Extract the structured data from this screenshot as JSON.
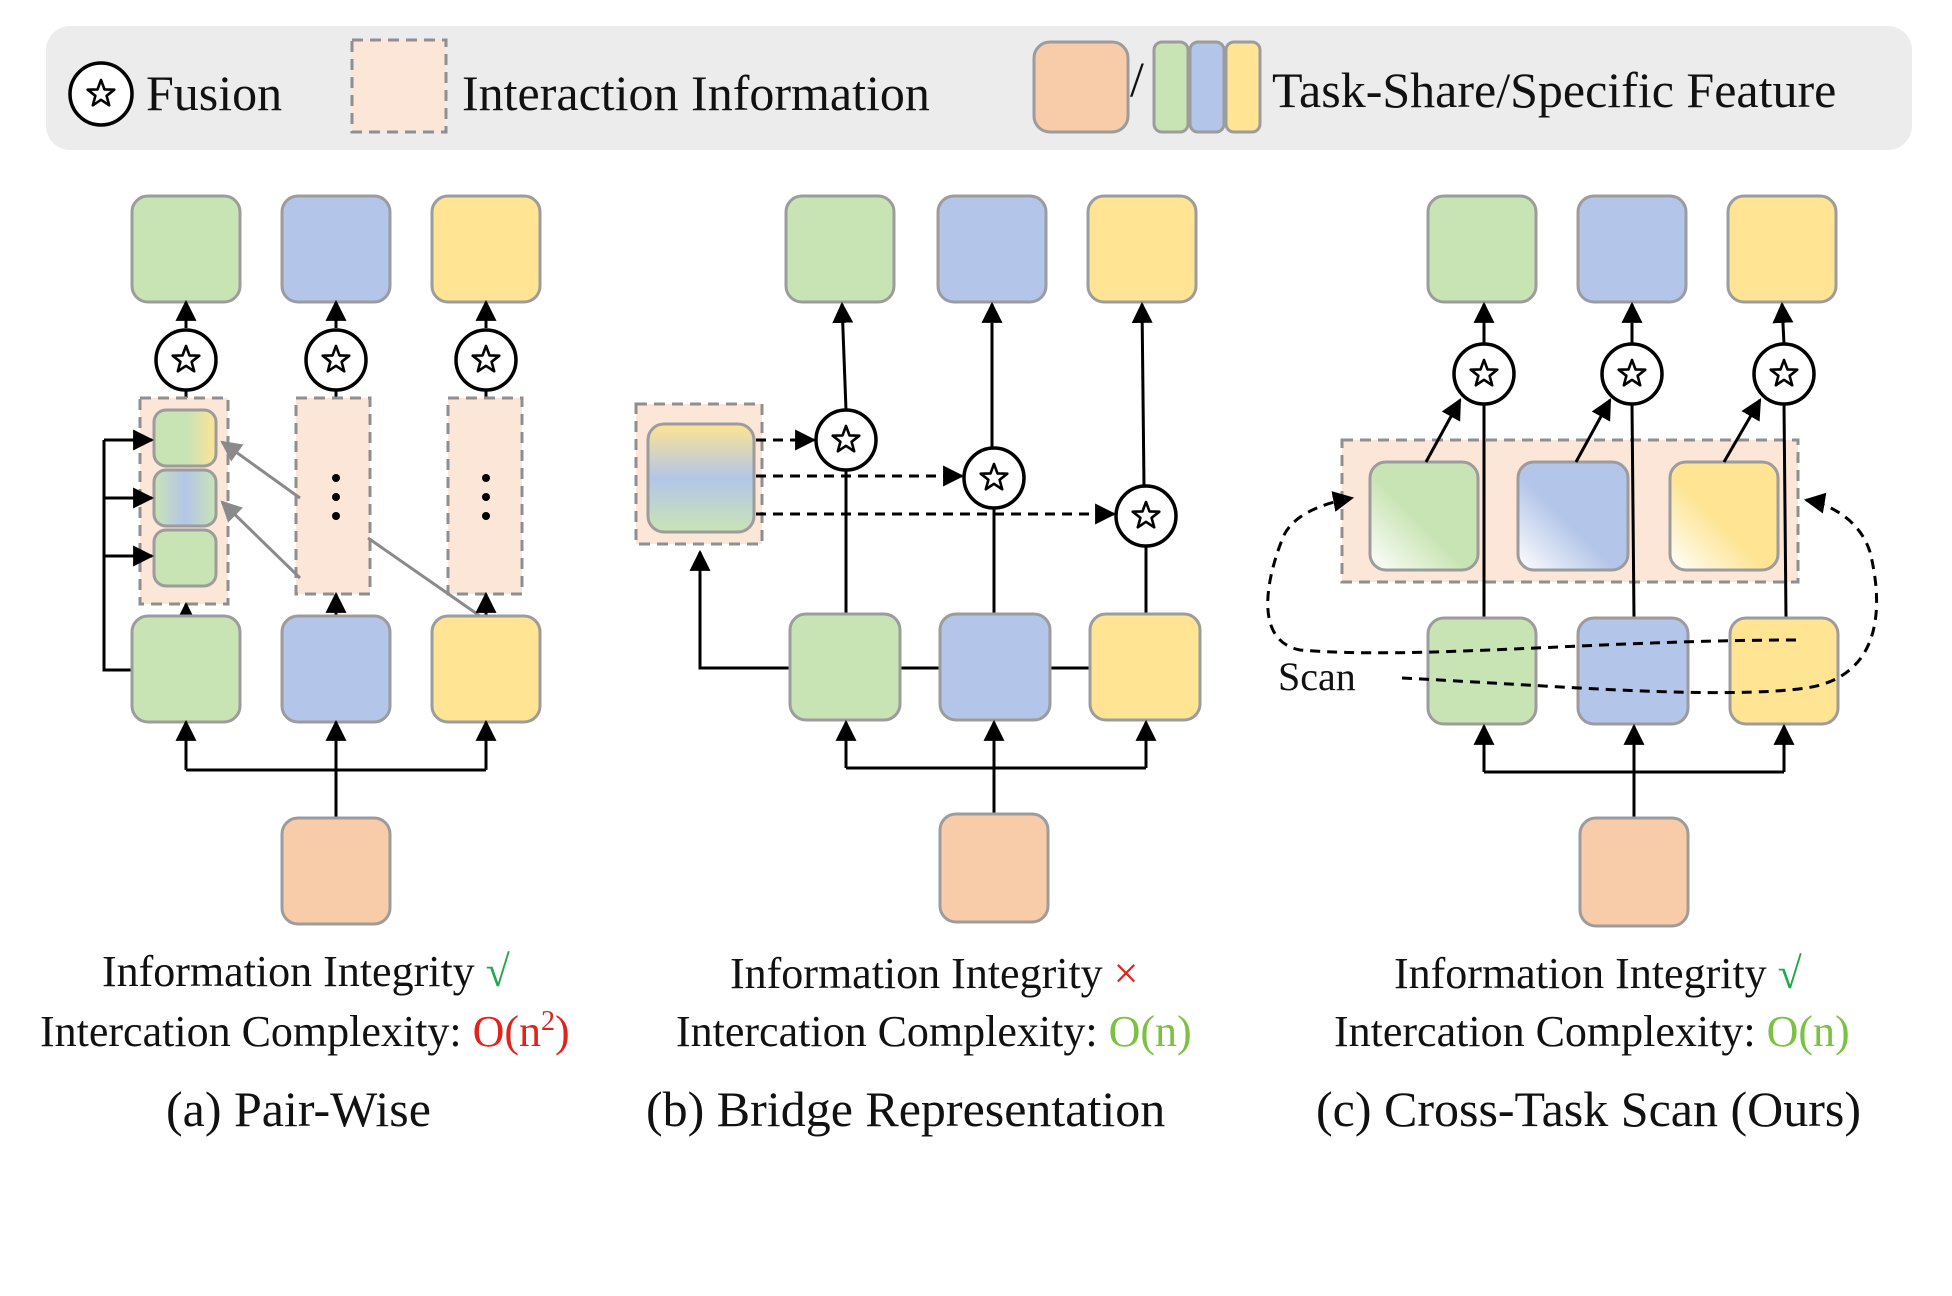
{
  "legend": {
    "fusion_label": "Fusion",
    "interaction_label": "Interaction Information",
    "slash": "/",
    "feature_label": "Task-Share/Specific Feature"
  },
  "colors": {
    "shared": "#f8cba9",
    "task_green": "#c9e4b4",
    "task_blue": "#b3c5e8",
    "task_yellow": "#fee493",
    "interaction": "#fbe6d8",
    "check": "#22a84a",
    "cross": "#e0231d",
    "complexity_red": "#e0231d",
    "complexity_green": "#7bc142"
  },
  "icons": {
    "fusion": "star-in-circle-icon",
    "ellipsis": "vertical-ellipsis-icon"
  },
  "panels": [
    {
      "integrity_label": "Information Integrity",
      "integrity_mark": "√",
      "complexity_label": "Intercation Complexity:",
      "complexity_base": "O(n",
      "complexity_sup": "2",
      "complexity_close": ")",
      "caption": "(a) Pair-Wise"
    },
    {
      "integrity_label": "Information Integrity",
      "integrity_mark": "×",
      "complexity_label": "Intercation Complexity:",
      "complexity_value": "O(n)",
      "caption": "(b) Bridge Representation"
    },
    {
      "integrity_label": "Information Integrity",
      "integrity_mark": "√",
      "complexity_label": "Intercation Complexity:",
      "complexity_value": "O(n)",
      "caption": "(c) Cross-Task Scan (Ours)",
      "scan_label": "Scan"
    }
  ]
}
